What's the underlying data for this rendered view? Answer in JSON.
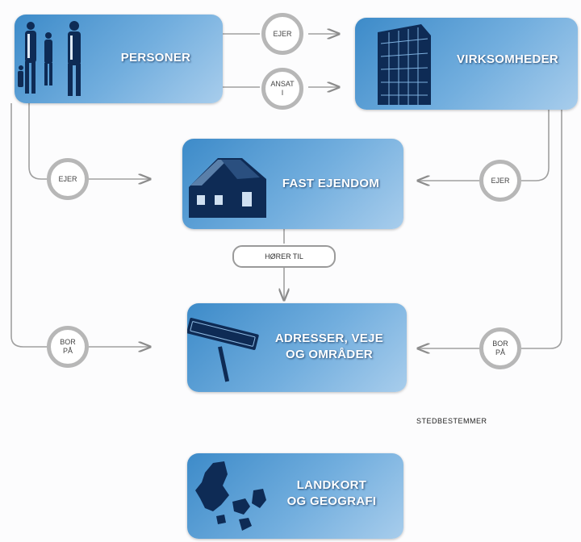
{
  "nodes": {
    "personer": "PERSONER",
    "virksomheder": "VIRKSOMHEDER",
    "fast_ejendom": "FAST EJENDOM",
    "adresser_line1": "ADRESSER, VEJE",
    "adresser_line2": "OG OMRÅDER",
    "landkort_line1": "LANDKORT",
    "landkort_line2": "OG GEOGRAFI"
  },
  "relations": {
    "ejer_top": "EJER",
    "ansat_line1": "ANSAT",
    "ansat_line2": "I",
    "ejer_left": "EJER",
    "ejer_right": "EJER",
    "horer_til": "HØRER TIL",
    "bor_left_line1": "BOR",
    "bor_left_line2": "PÅ",
    "bor_right_line1": "BOR",
    "bor_right_line2": "PÅ"
  },
  "notes": {
    "stedbestemmer": "STEDBESTEMMER"
  },
  "colors": {
    "box_dark": "#3d8bc9",
    "box_light": "#a8cdec",
    "connector": "#a0a0a0"
  }
}
